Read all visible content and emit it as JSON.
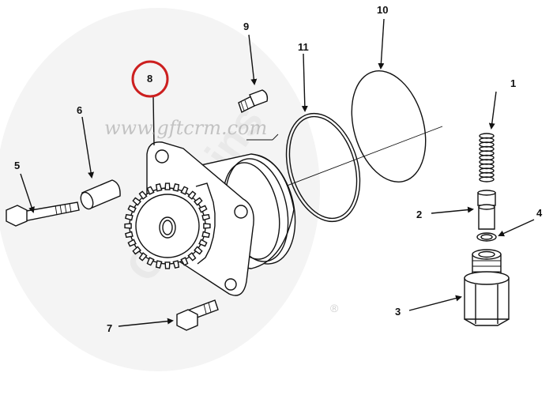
{
  "watermark": {
    "url": "www.gftcrm.com",
    "brand": "Cummins",
    "registered_mark": "®"
  },
  "callouts": [
    {
      "id": "1",
      "label": "1"
    },
    {
      "id": "2",
      "label": "2"
    },
    {
      "id": "3",
      "label": "3"
    },
    {
      "id": "4",
      "label": "4"
    },
    {
      "id": "5",
      "label": "5"
    },
    {
      "id": "6",
      "label": "6"
    },
    {
      "id": "7",
      "label": "7"
    },
    {
      "id": "8",
      "label": "8",
      "highlighted": true
    },
    {
      "id": "9",
      "label": "9"
    },
    {
      "id": "10",
      "label": "10"
    },
    {
      "id": "11",
      "label": "11"
    }
  ],
  "colors": {
    "highlight_ring": "#cc1f1f",
    "line": "#111111",
    "watermark": "#e9e9e9"
  }
}
